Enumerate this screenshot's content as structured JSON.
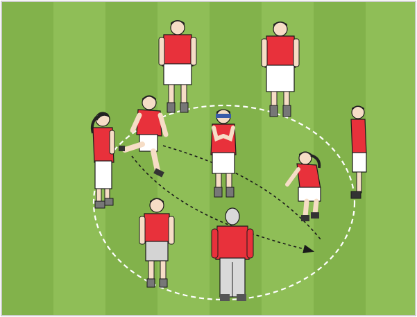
{
  "scene": {
    "type": "soccer-drill-illustration",
    "description_visible_text": "",
    "colors": {
      "grass_light": "#8fbe57",
      "grass_dark": "#7aab45",
      "jersey_red": "#e8313b",
      "shorts_white": "#ffffff",
      "shorts_grey": "#d4d4d4",
      "skin": "#f6ddc6",
      "hair": "#222222",
      "outline": "#1a1a1a",
      "circle_line": "#ffffff",
      "path_line": "#1a1a1a",
      "blindfold": "#3a5ba8",
      "coach_grey": "#d9d9d9"
    },
    "icons": [
      "player-figure",
      "coach-figure",
      "blindfolded-player",
      "arrow-path"
    ]
  }
}
